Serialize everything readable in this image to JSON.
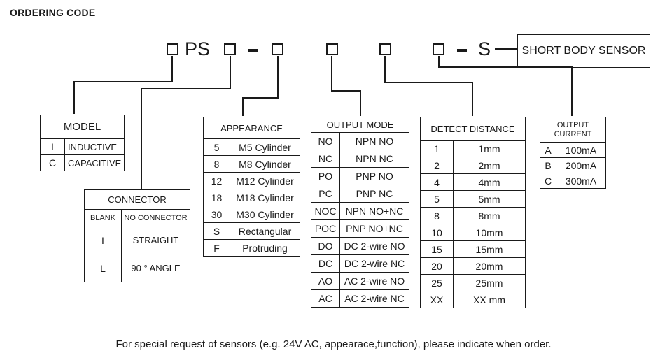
{
  "title": "ORDERING CODE",
  "code": {
    "ps": "PS",
    "dash": "-",
    "s": "S",
    "short_body": "SHORT BODY SENSOR"
  },
  "model": {
    "header": "MODEL",
    "rows": [
      [
        "I",
        "INDUCTIVE"
      ],
      [
        "C",
        "CAPACITIVE"
      ]
    ]
  },
  "connector": {
    "header": "CONNECTOR",
    "rows": [
      [
        "BLANK",
        "NO CONNECTOR"
      ],
      [
        "I",
        "STRAIGHT"
      ],
      [
        "L",
        "90 ° ANGLE"
      ]
    ]
  },
  "appearance": {
    "header": "APPEARANCE",
    "rows": [
      [
        "5",
        "M5 Cylinder"
      ],
      [
        "8",
        "M8 Cylinder"
      ],
      [
        "12",
        "M12 Cylinder"
      ],
      [
        "18",
        "M18 Cylinder"
      ],
      [
        "30",
        "M30 Cylinder"
      ],
      [
        "S",
        "Rectangular"
      ],
      [
        "F",
        "Protruding"
      ]
    ]
  },
  "output_mode": {
    "header": "OUTPUT MODE",
    "rows": [
      [
        "NO",
        "NPN NO"
      ],
      [
        "NC",
        "NPN NC"
      ],
      [
        "PO",
        "PNP NO"
      ],
      [
        "PC",
        "PNP NC"
      ],
      [
        "NOC",
        "NPN NO+NC"
      ],
      [
        "POC",
        "PNP NO+NC"
      ],
      [
        "DO",
        "DC 2-wire NO"
      ],
      [
        "DC",
        "DC 2-wire NC"
      ],
      [
        "AO",
        "AC 2-wire NO"
      ],
      [
        "AC",
        "AC 2-wire NC"
      ]
    ]
  },
  "detect_distance": {
    "header": "DETECT DISTANCE",
    "rows": [
      [
        "1",
        "1mm"
      ],
      [
        "2",
        "2mm"
      ],
      [
        "4",
        "4mm"
      ],
      [
        "5",
        "5mm"
      ],
      [
        "8",
        "8mm"
      ],
      [
        "10",
        "10mm"
      ],
      [
        "15",
        "15mm"
      ],
      [
        "20",
        "20mm"
      ],
      [
        "25",
        "25mm"
      ],
      [
        "XX",
        "XX mm"
      ]
    ]
  },
  "output_current": {
    "header_line1": "OUTPUT",
    "header_line2": "CURRENT",
    "rows": [
      [
        "A",
        "100mA"
      ],
      [
        "B",
        "200mA"
      ],
      [
        "C",
        "300mA"
      ]
    ]
  },
  "footer": "For special request of sensors (e.g. 24V AC, appearace,function), please indicate when order."
}
